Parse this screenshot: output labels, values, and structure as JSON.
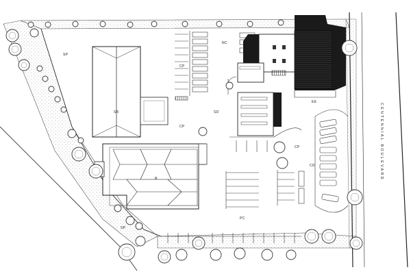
{
  "plan": {
    "labels": {
      "sp_top": "SP",
      "sb": "SB",
      "cp_left": "CP",
      "nc": "NC",
      "sd": "SD",
      "cp_center": "CP",
      "ee": "EE",
      "cp_right": "CP",
      "cd": "CD",
      "r": "R",
      "pc": "PC",
      "sp_bottom": "SP"
    },
    "street_name": "CENTENNIAL BOULEVARD"
  }
}
